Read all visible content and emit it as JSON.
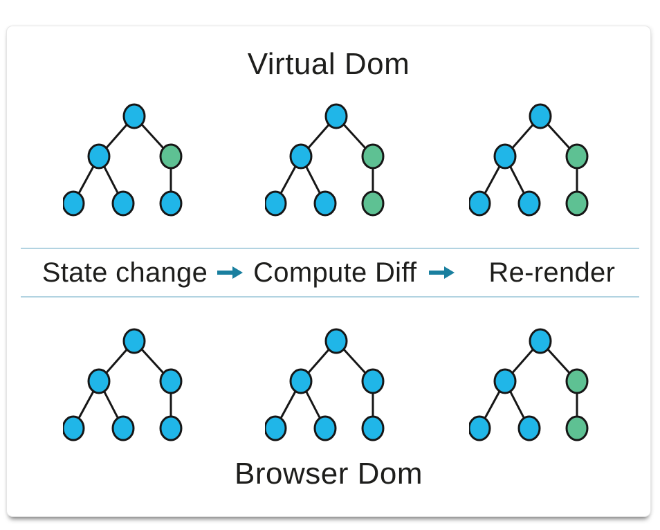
{
  "diagram": {
    "virtual_dom_title": "Virtual Dom",
    "browser_dom_title": "Browser Dom",
    "pipeline": {
      "step1": "State change",
      "step2": "Compute Diff",
      "step3": "Re-render"
    },
    "colors": {
      "node_default": "#20b6e8",
      "node_changed": "#5ec193",
      "node_outline": "#161616",
      "edge": "#161616",
      "arrow": "#197f9f",
      "separator": "#b2d3e1",
      "text": "#1e1e1c",
      "card_bg": "#ffffff"
    },
    "trees": {
      "virtual_dom": [
        {
          "nodes": {
            "root": "#20b6e8",
            "left": "#20b6e8",
            "right": "#5ec193",
            "leaf1": "#20b6e8",
            "leaf2": "#20b6e8",
            "leaf3": "#20b6e8"
          }
        },
        {
          "nodes": {
            "root": "#20b6e8",
            "left": "#20b6e8",
            "right": "#5ec193",
            "leaf1": "#20b6e8",
            "leaf2": "#20b6e8",
            "leaf3": "#5ec193"
          }
        },
        {
          "nodes": {
            "root": "#20b6e8",
            "left": "#20b6e8",
            "right": "#5ec193",
            "leaf1": "#20b6e8",
            "leaf2": "#20b6e8",
            "leaf3": "#5ec193"
          }
        }
      ],
      "browser_dom": [
        {
          "nodes": {
            "root": "#20b6e8",
            "left": "#20b6e8",
            "right": "#20b6e8",
            "leaf1": "#20b6e8",
            "leaf2": "#20b6e8",
            "leaf3": "#20b6e8"
          }
        },
        {
          "nodes": {
            "root": "#20b6e8",
            "left": "#20b6e8",
            "right": "#20b6e8",
            "leaf1": "#20b6e8",
            "leaf2": "#20b6e8",
            "leaf3": "#20b6e8"
          }
        },
        {
          "nodes": {
            "root": "#20b6e8",
            "left": "#20b6e8",
            "right": "#5ec193",
            "leaf1": "#20b6e8",
            "leaf2": "#20b6e8",
            "leaf3": "#5ec193"
          }
        }
      ]
    }
  }
}
